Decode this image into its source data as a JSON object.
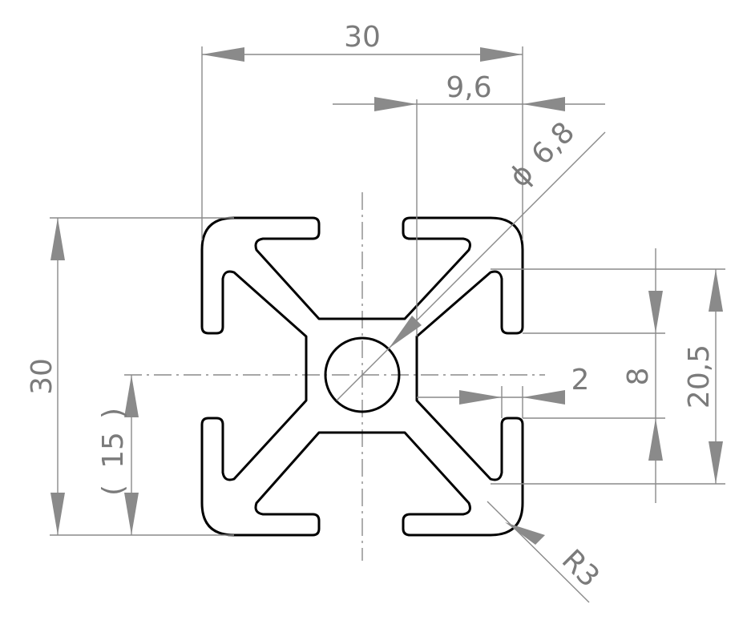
{
  "drawing": {
    "dimensions": {
      "overall_width": "30",
      "overall_height": "30",
      "slot_offset": "9,6",
      "bore_diameter_symbol": "ϕ",
      "bore_diameter": "6,8",
      "slot_opening": "8",
      "slot_outer": "20,5",
      "wall_thickness": "2",
      "half_height": "15",
      "half_height_paren_left": "(",
      "half_height_paren_right": ")",
      "corner_radius": "R3"
    },
    "colors": {
      "profile": "#000000",
      "dimension": "#8a8a8a",
      "text": "#7b7b7b"
    }
  }
}
